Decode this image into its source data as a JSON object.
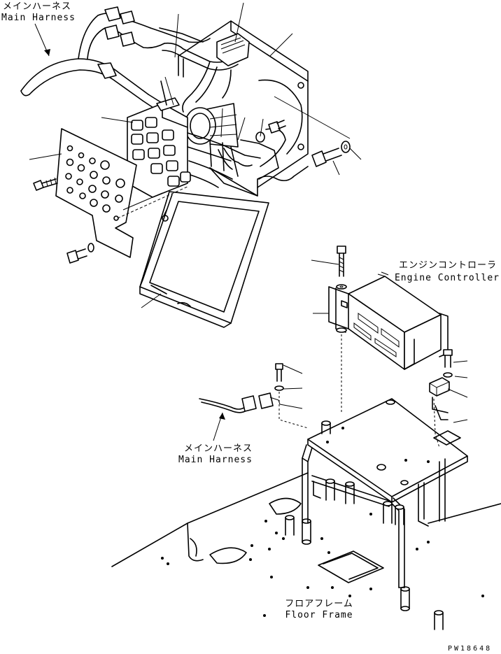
{
  "labels": {
    "main_harness_top_jp": "メインハーネス",
    "main_harness_top_en": "Main Harness",
    "engine_controller_jp": "エンジンコントローラ",
    "engine_controller_en": "Engine Controller",
    "main_harness_mid_jp": "メインハーネス",
    "main_harness_mid_en": "Main Harness",
    "floor_frame_jp": "フロアフレーム",
    "floor_frame_en": "Floor Frame",
    "drawing_code": "PW18648"
  }
}
